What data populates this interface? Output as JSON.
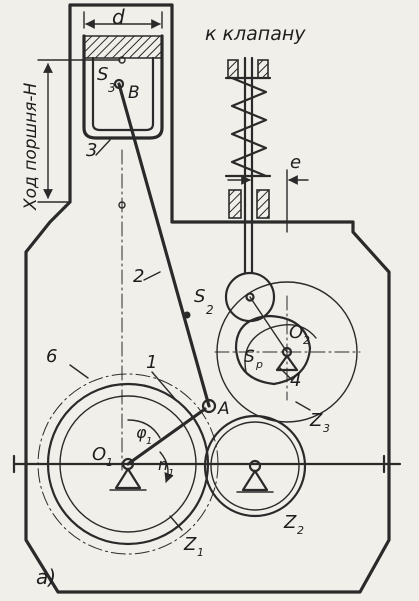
{
  "labels": {
    "d": "d",
    "valve": "к клапану",
    "stroke": "Ход поршня-Н",
    "e": "e",
    "S3": "S",
    "S3_sub": "3",
    "B": "B",
    "n3": "3",
    "n2": "2",
    "S2": "S",
    "S2_sub": "2",
    "n6": "6",
    "n1": "1",
    "O2": "O",
    "O2_sub": "2",
    "Sp": "S",
    "Sp_sub": "p",
    "n4": "4",
    "A": "A",
    "Z3": "Z",
    "Z3_sub": "3",
    "O1": "O",
    "O1_sub": "1",
    "phi1": "φ",
    "phi1_sub": "1",
    "nrot": "n",
    "nrot_sub": "1",
    "Z2": "Z",
    "Z2_sub": "2",
    "Z1": "Z",
    "Z1_sub": "1",
    "fig": "а)"
  },
  "colors": {
    "ink": "#2a2a2a",
    "paper": "#f1efe9"
  }
}
